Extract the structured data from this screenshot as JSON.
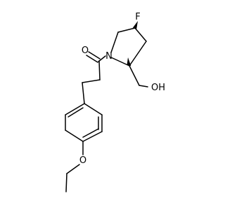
{
  "molecule": {
    "atoms": {
      "fluorine": "F",
      "carbonyl_oxygen": "O",
      "ring_nitrogen": "N",
      "hydroxyl": "OH",
      "ether_oxygen": "O"
    }
  }
}
